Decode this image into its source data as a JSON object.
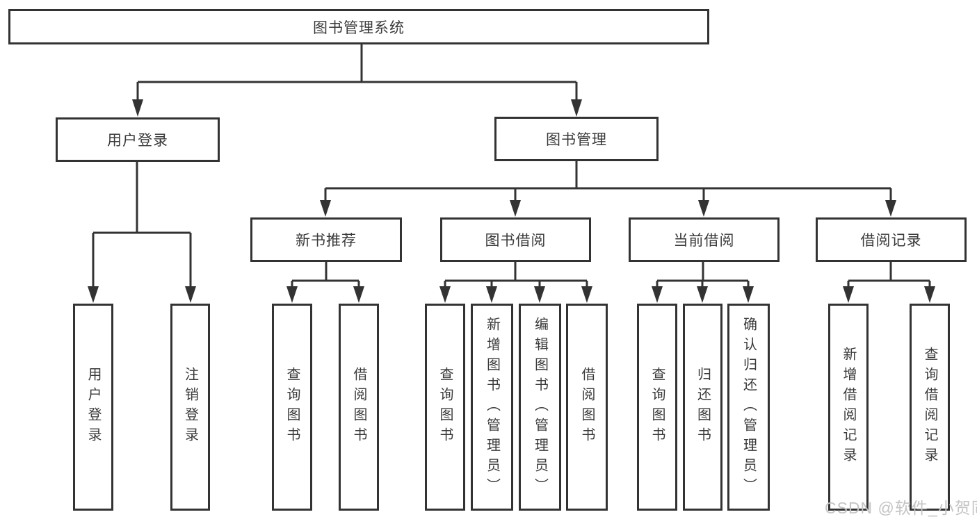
{
  "diagram": {
    "type": "hierarchy-tree",
    "background": "#ffffff",
    "line_color": "#333333",
    "box_border_color": "#333333",
    "box_fill_color": "#ffffff",
    "text_color": "#3a3a3a"
  },
  "tree": {
    "root": {
      "label": "图书管理系统",
      "children": [
        {
          "label": "用户登录",
          "children": [
            {
              "label": "用户登录"
            },
            {
              "label": "注销登录"
            }
          ]
        },
        {
          "label": "图书管理",
          "children": [
            {
              "label": "新书推荐",
              "children": [
                {
                  "label": "查询图书"
                },
                {
                  "label": "借阅图书"
                }
              ]
            },
            {
              "label": "图书借阅",
              "children": [
                {
                  "label": "查询图书"
                },
                {
                  "label": "新增图书（管理员）"
                },
                {
                  "label": "编辑图书（管理员）"
                },
                {
                  "label": "借阅图书"
                }
              ]
            },
            {
              "label": "当前借阅",
              "children": [
                {
                  "label": "查询图书"
                },
                {
                  "label": "归还图书"
                },
                {
                  "label": "确认归还（管理员）"
                }
              ]
            },
            {
              "label": "借阅记录",
              "children": [
                {
                  "label": "新增借阅记录"
                },
                {
                  "label": "查询借阅记录"
                }
              ]
            }
          ]
        }
      ]
    }
  },
  "watermark": {
    "text": "CSDN @软件_小贺同学",
    "color": "#c4c4c4"
  }
}
